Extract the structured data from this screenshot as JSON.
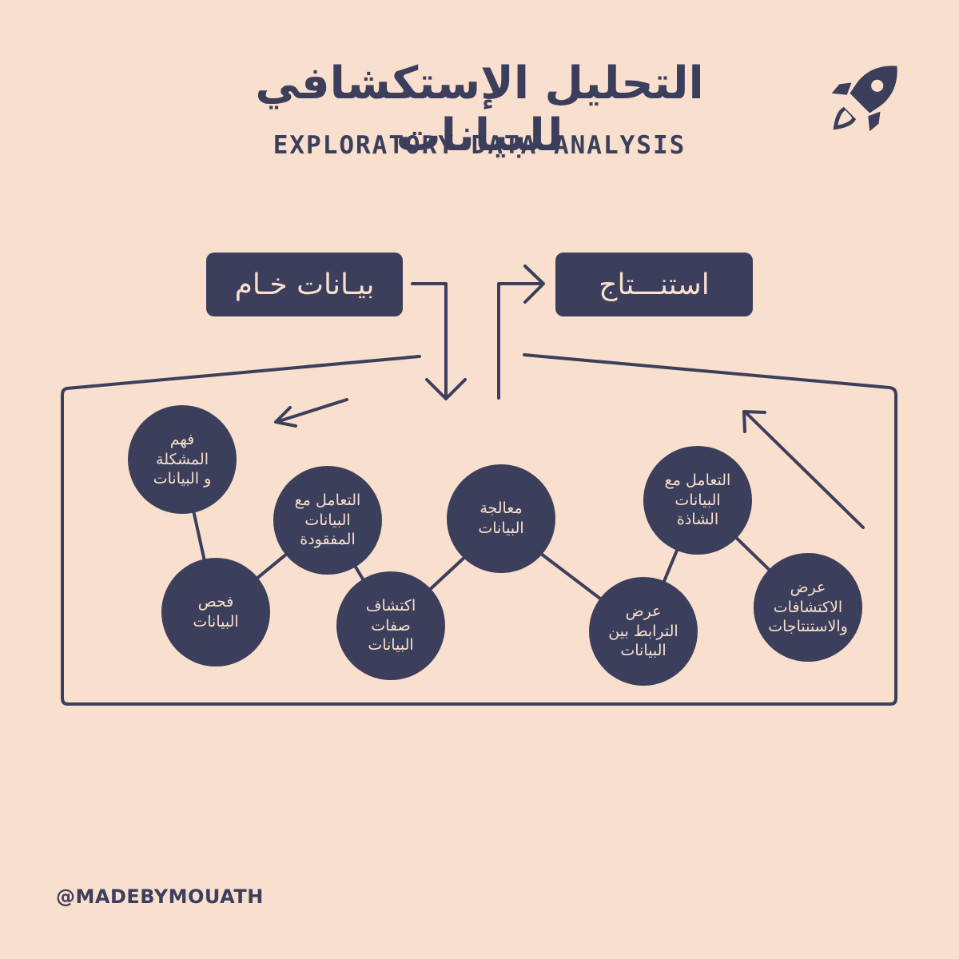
{
  "header": {
    "title_ar": "التحليل الإستكشافي للبيانات",
    "title_en": "EXPLORATORY DATA ANALYSIS",
    "logo_icon": "rocket-icon"
  },
  "flow": {
    "input_label": "بيـانات خـام",
    "output_label": "استنـــتاج"
  },
  "steps": [
    {
      "label": "فهم\nالمشكلة\nو البيانات"
    },
    {
      "label": "فحص\nالبيانات"
    },
    {
      "label": "التعامل مع\nالبيانات\nالمفقودة"
    },
    {
      "label": "اكتشاف\nصفات\nالبيانات"
    },
    {
      "label": "معالجة\nالبيانات"
    },
    {
      "label": "عرض\nالترابط بين\nالبيانات"
    },
    {
      "label": "التعامل مع\nالبيانات\nالشاذة"
    },
    {
      "label": "عرض\nالاكتشافات\nوالاستنتاجات"
    }
  ],
  "footer": {
    "handle": "@MADEBYMOUATH"
  },
  "colors": {
    "background": "#f9dfcd",
    "ink": "#3b3f5c"
  }
}
